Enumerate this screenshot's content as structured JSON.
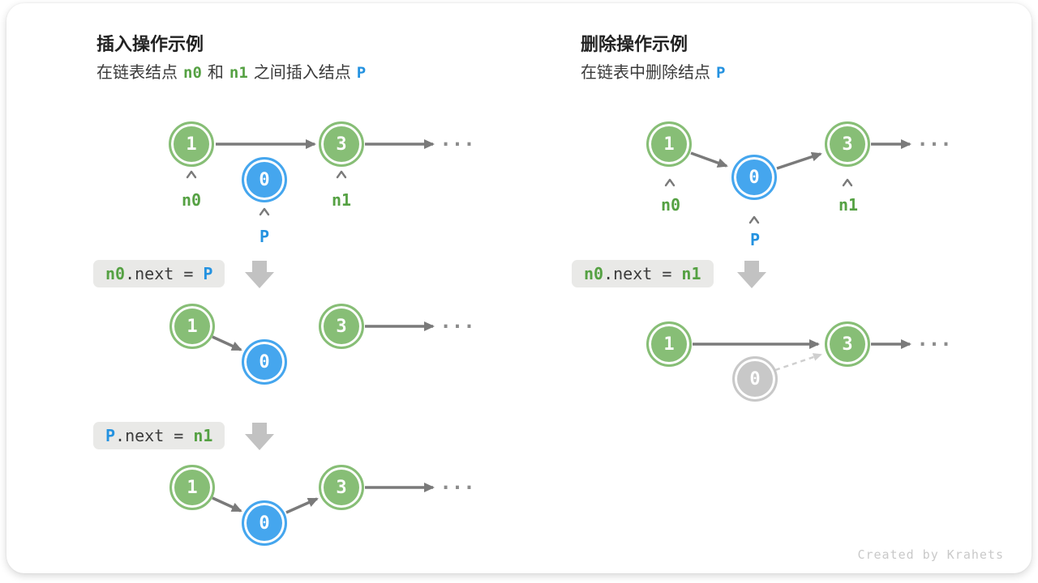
{
  "left": {
    "title": "插入操作示例",
    "subtitle": {
      "pre": "在链表结点",
      "n0": "n0",
      "and": "和",
      "n1": "n1",
      "post": "之间插入结点",
      "p": "P"
    },
    "d1": {
      "node1": "1",
      "nodeP": "0",
      "node3": "3",
      "label_n0": "n0",
      "label_n1": "n1",
      "label_p": "P",
      "dots": "..."
    },
    "code1": {
      "lhs": "n0",
      "mid": ".next = ",
      "rhs": "P"
    },
    "d2": {
      "node1": "1",
      "nodeP": "0",
      "node3": "3",
      "dots": "..."
    },
    "code2": {
      "lhs": "P",
      "mid": ".next = ",
      "rhs": "n1"
    },
    "d3": {
      "node1": "1",
      "nodeP": "0",
      "node3": "3",
      "dots": "..."
    }
  },
  "right": {
    "title": "删除操作示例",
    "subtitle": {
      "pre": "在链表中删除结点",
      "p": "P"
    },
    "d1": {
      "node1": "1",
      "nodeP": "0",
      "node3": "3",
      "label_n0": "n0",
      "label_n1": "n1",
      "label_p": "P",
      "dots": "..."
    },
    "code1": {
      "lhs": "n0",
      "mid": ".next = ",
      "rhs": "n1"
    },
    "d2": {
      "node1": "1",
      "nodeP": "0",
      "node3": "3",
      "dots": "..."
    }
  },
  "footer": {
    "credit": "Created by Krahets"
  },
  "colors": {
    "node_green": "#87BE76",
    "node_blue": "#45A6EE",
    "node_gray": "#C8C8C8",
    "text_green": "#55A143",
    "text_blue": "#2492E0",
    "arrow_gray": "#7A7A7A",
    "dashed_gray": "#CFCFCF",
    "code_box_bg": "#E9E9E7",
    "block_arrow_gray": "#C2C2C2"
  }
}
